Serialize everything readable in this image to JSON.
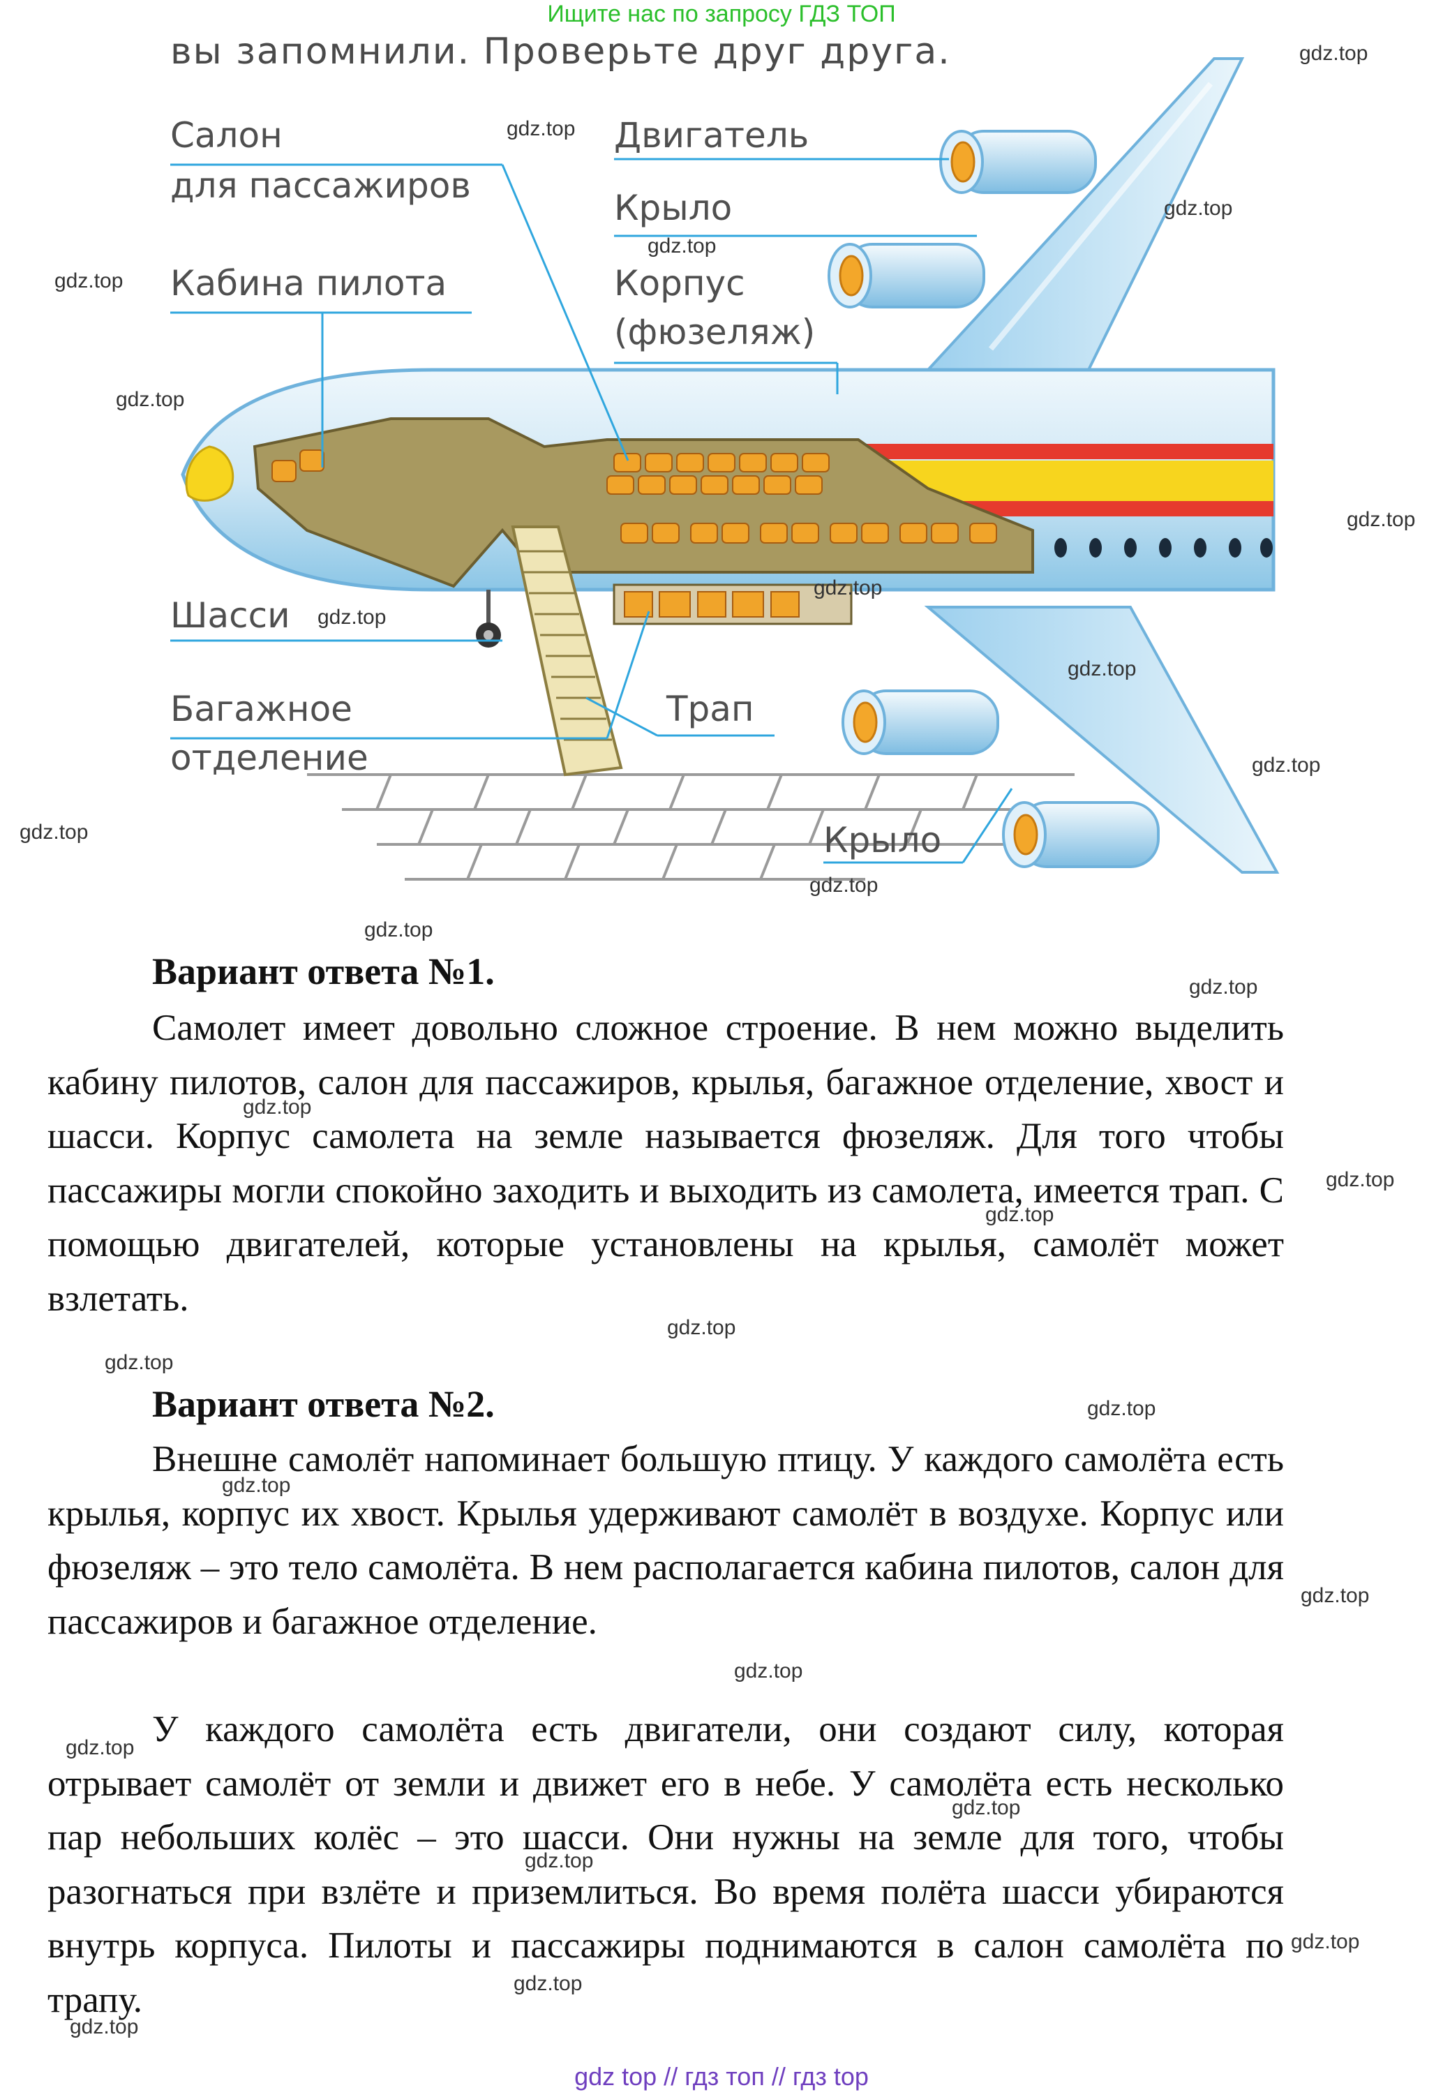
{
  "header": {
    "link_text": "Ищите нас по запросу ГДЗ ТОП"
  },
  "diagram": {
    "instruction": "вы запомнили. Проверьте друг друга.",
    "labels": {
      "salon_line1": "Салон",
      "salon_line2": "для пассажиров",
      "cockpit": "Кабина пилота",
      "engine": "Двигатель",
      "wing_top": "Крыло",
      "body_line1": "Корпус",
      "body_line2": "(фюзеляж)",
      "chassis": "Шасси",
      "baggage_line1": "Багажное",
      "baggage_line2": "отделение",
      "ramp": "Трап",
      "wing_bottom": "Крыло"
    }
  },
  "answers": [
    {
      "heading": "Вариант ответа №1.",
      "paragraphs": [
        "Самолет имеет довольно сложное строение. В нем можно выделить кабину пилотов, салон для пассажиров, крылья, багажное отделение, хвост и шасси. Корпус самолета на земле называется фюзеляж. Для того чтобы пассажиры могли спокойно заходить и выходить из самолета, имеется трап. С помощью двигателей, которые установлены на крылья, самолёт может взлетать."
      ]
    },
    {
      "heading": "Вариант ответа №2.",
      "paragraphs": [
        "Внешне самолёт напоминает большую птицу. У каждого самолёта есть крылья, корпус их хвост. Крылья удерживают самолёт в воздухе. Корпус или фюзеляж – это тело самолёта. В нем располагается кабина пилотов, салон для пассажиров и багажное отделение.",
        "У каждого самолёта есть двигатели, они создают силу, которая отрывает самолёт от земли и движет его в небе. У самолёта есть несколько пар небольших колёс – это шасси. Они нужны на земле для того, чтобы разогнаться при взлёте и приземлиться. Во время полёта шасси убираются внутрь корпуса. Пилоты и пассажиры поднимаются в салон самолёта по трапу."
      ]
    }
  ],
  "watermark": "gdz.top",
  "footer": {
    "text": "gdz top  //  гдз топ  //  гдз top"
  }
}
